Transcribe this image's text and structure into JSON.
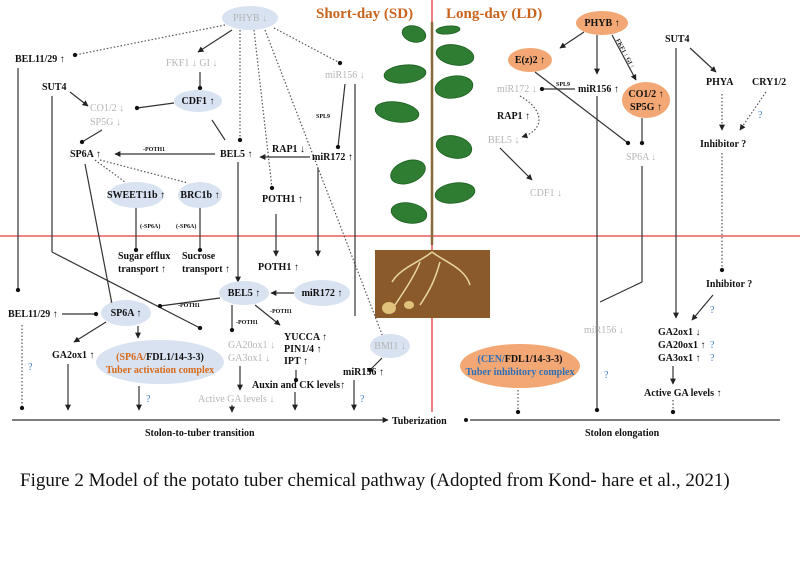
{
  "headers": {
    "short_day": "Short-day (SD)",
    "long_day": "Long-day (LD)"
  },
  "sd": {
    "phyb": "PHYB ↓",
    "bel11_29_top": "BEL11/29 ↑",
    "fkf1_gi": "FKF1 ↓  GI ↓",
    "sut4": "SUT4",
    "cdf1": "CDF1 ↑",
    "co12": "CO1/2 ↓",
    "sp5g": "SP5G ↓",
    "mir156_top": "miR156 ↓",
    "spl9": "SPL9",
    "sp6a_top": "SP6A ↑",
    "poth1_label_a": "-POTH1",
    "bel5_top": "BEL5 ↑",
    "rap1": "RAP1 ↓",
    "mir172_top": "miR172 ↑",
    "sweet11b": "SWEET11b ↑",
    "brc1b": "BRC1b ↑",
    "sp6a_a": "(-SP6A)",
    "sp6a_b": "(-SP6A)",
    "poth1_top": "POTH1 ↑",
    "sugar_efflux_1": "Sugar efflux",
    "sugar_efflux_2": "transport ↑",
    "sucrose_1": "Sucrose",
    "sucrose_2": "transport ↑",
    "poth1_mid": "POTH1 ↑",
    "bel5_low": "BEL5 ↑",
    "mir172_low": "miR172 ↑",
    "poth1_label_b": "-POTH1",
    "poth1_label_c": "-POTH1",
    "poth1_label_d": "-POTH1",
    "bel11_29_low": "BEL11/29 ↑",
    "sp6a_low": "SP6A ↑",
    "ga20ox1": "GA20ox1 ↓",
    "ga3ox1": "GA3ox1 ↓",
    "yucca": "YUCCA ↑",
    "pin14": "PIN1/4 ↑",
    "ipt": "IPT ↑",
    "bmi1": "BMI1 ↓",
    "ga2ox1": "GA2ox1 ↑",
    "complex_1_orange": "(SP6A/",
    "complex_1_black": "FDL1/14-3-3)",
    "complex_2": "Tuber activation complex",
    "auxin_ck": "Auxin and CK levels↑",
    "mir156_low": "miR156 ↑",
    "active_ga": "Active GA levels ↓",
    "q1": "?",
    "q2": "?",
    "q3": "?"
  },
  "ld": {
    "phyb": "PHYB ↑",
    "ez2": "E(z)2 ↑",
    "fkf1_gi": "FKF1 ↑ GI ↑",
    "mir172": "miR172 ↓",
    "spl9": "SPL9",
    "mir156": "miR156 ↑",
    "co12": "CO1/2 ↑",
    "sp5g": "SP5G ↑",
    "rap1": "RAP1 ↑",
    "bel5": "BEL5 ↓",
    "sp6a": "SP6A ↓",
    "cdf1": "CDF1 ↓",
    "sut4": "SUT4",
    "phya": "PHYA",
    "cry12": "CRY1/2",
    "inhibitor_top": "Inhibitor ?",
    "inhibitor_low": "Inhibitor ?",
    "mir156_low": "miR156 ↓",
    "complex_1_orange": "(CEN/",
    "complex_1_black": "FDL1/14-3-3)",
    "complex_2": "Tuber inhibitory complex",
    "ga2ox1": "GA2ox1 ↓",
    "ga20ox1": "GA20ox1 ↑",
    "ga3ox1": "GA3ox1 ↑",
    "active_ga": "Active GA levels ↑",
    "q1": "?",
    "q2": "?",
    "q3": "?",
    "q4": "?",
    "q5": "?"
  },
  "axis": {
    "stolon_to_tuber": "Stolon-to-tuber transition",
    "tuberization": "Tuberization",
    "stolon_elongation": "Stolon elongation"
  },
  "caption": "Figure 2 Model of the potato tuber chemical pathway (Adopted from Kond- hare et al., 2021)",
  "colors": {
    "sd_node": "#d8e2f1",
    "ld_node": "#f2a774",
    "divider": "#e23b3b",
    "header": "#c8641e",
    "question": "#3a7bc8"
  }
}
